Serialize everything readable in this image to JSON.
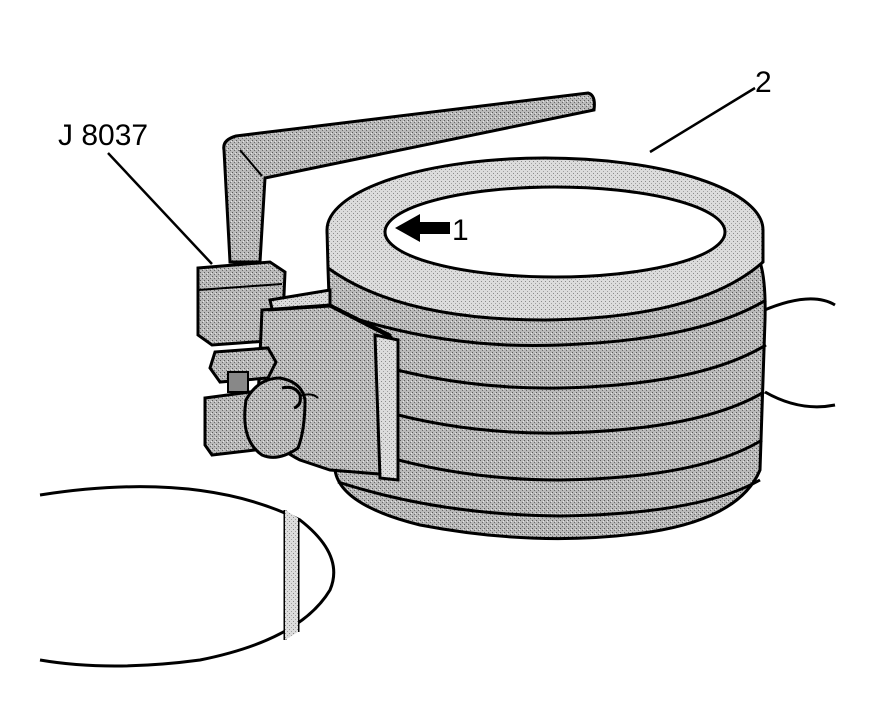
{
  "labels": {
    "tool": "J 8037",
    "callout_1": "1",
    "callout_2": "2"
  },
  "colors": {
    "ink": "#000000",
    "shade": "#a9a9a9",
    "light": "#d4d4d4",
    "paper": "#ffffff"
  }
}
